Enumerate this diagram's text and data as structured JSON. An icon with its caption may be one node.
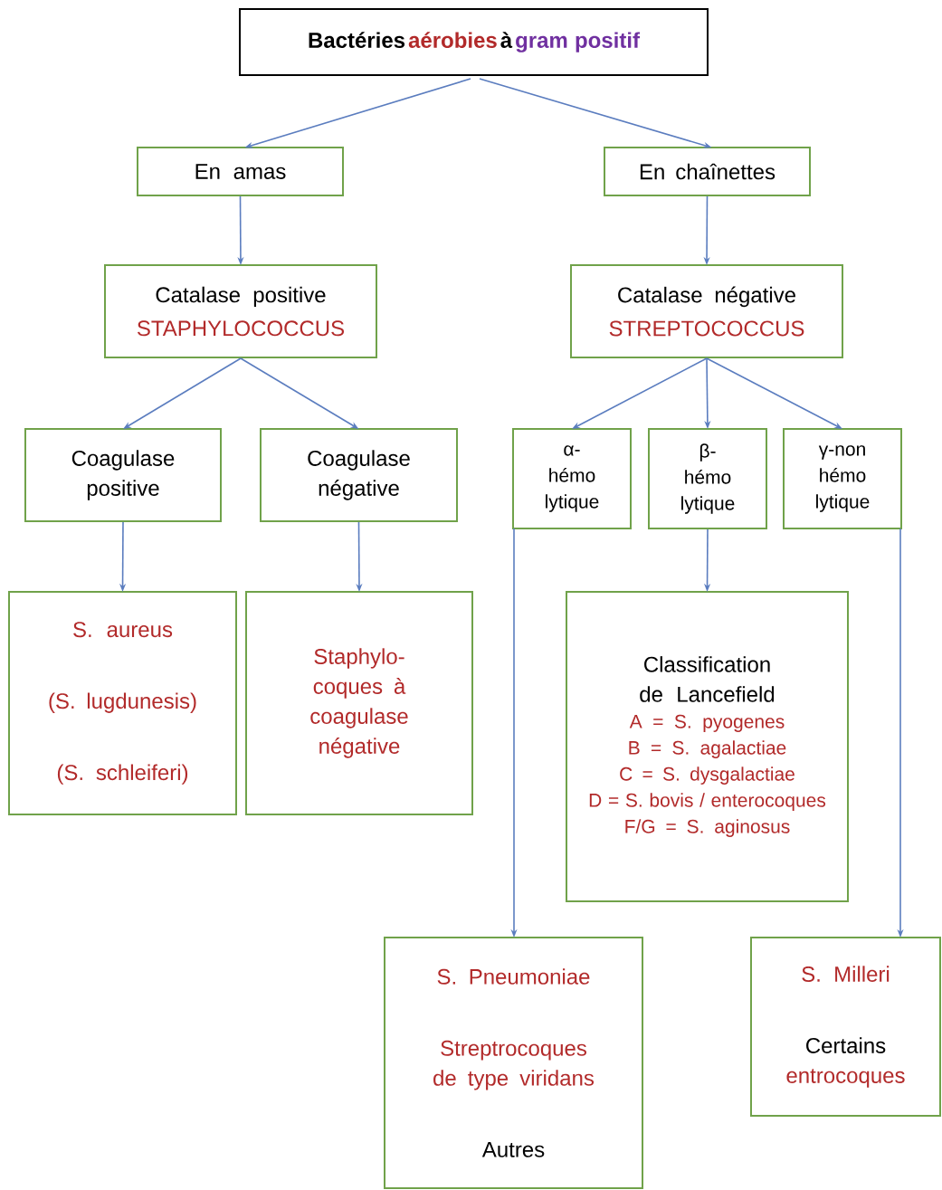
{
  "diagram": {
    "nodes": [
      {
        "text": [
          "Bactéries",
          "aérobies",
          "à",
          "gram positif"
        ]
      },
      {
        "text": [
          "En amas"
        ]
      },
      {
        "text": [
          "En chaînettes"
        ]
      },
      {
        "text": [
          "Catalase positive",
          "STAPHYLOCOCCUS"
        ]
      },
      {
        "text": [
          "Catalase négative",
          "STREPTOCOCCUS"
        ]
      },
      {
        "text": [
          "Coagulase positive"
        ]
      },
      {
        "text": [
          "Coagulase négative"
        ]
      },
      {
        "text": [
          "α- hémo lytique"
        ]
      },
      {
        "text": [
          "β- hémo lytique"
        ]
      },
      {
        "text": [
          "γ-non hémo lytique"
        ]
      },
      {
        "text": [
          "S. aureus",
          "(S. lugdunesis)",
          "(S. schleiferi)"
        ]
      },
      {
        "text": [
          "Staphylo- coques à coagulase négative"
        ]
      },
      {
        "text": [
          "Classification de Lancefield",
          "A = S. pyogenes",
          "B = S. agalactiae",
          "C = S. dysgalactiae",
          "D = S. bovis / enterocoques",
          "F/G = S. aginosus"
        ]
      },
      {
        "text": [
          "S. Pneumoniae",
          "Streptrocoques de type viridans",
          "Autres"
        ]
      },
      {
        "text": [
          "S. Milleri",
          "Certains",
          "entrocoques"
        ]
      }
    ],
    "edges": [
      {
        "from": 0,
        "to": 1,
        "arrow": "to"
      },
      {
        "from": 0,
        "to": 2,
        "arrow": "to"
      },
      {
        "from": 1,
        "to": 3,
        "arrow": "to"
      },
      {
        "from": 2,
        "to": 4,
        "arrow": "to"
      },
      {
        "from": 3,
        "to": 5,
        "arrow": "to"
      },
      {
        "from": 3,
        "to": 6,
        "arrow": "to"
      },
      {
        "from": 4,
        "to": 7,
        "arrow": "to"
      },
      {
        "from": 4,
        "to": 8,
        "arrow": "to"
      },
      {
        "from": 4,
        "to": 9,
        "arrow": "to"
      },
      {
        "from": 5,
        "to": 10,
        "arrow": "to"
      },
      {
        "from": 6,
        "to": 11,
        "arrow": "to"
      },
      {
        "from": 8,
        "to": 12,
        "arrow": "to"
      },
      {
        "from": 7,
        "to": 13,
        "arrow": "to"
      },
      {
        "from": 9,
        "to": 14,
        "arrow": "to"
      }
    ]
  }
}
